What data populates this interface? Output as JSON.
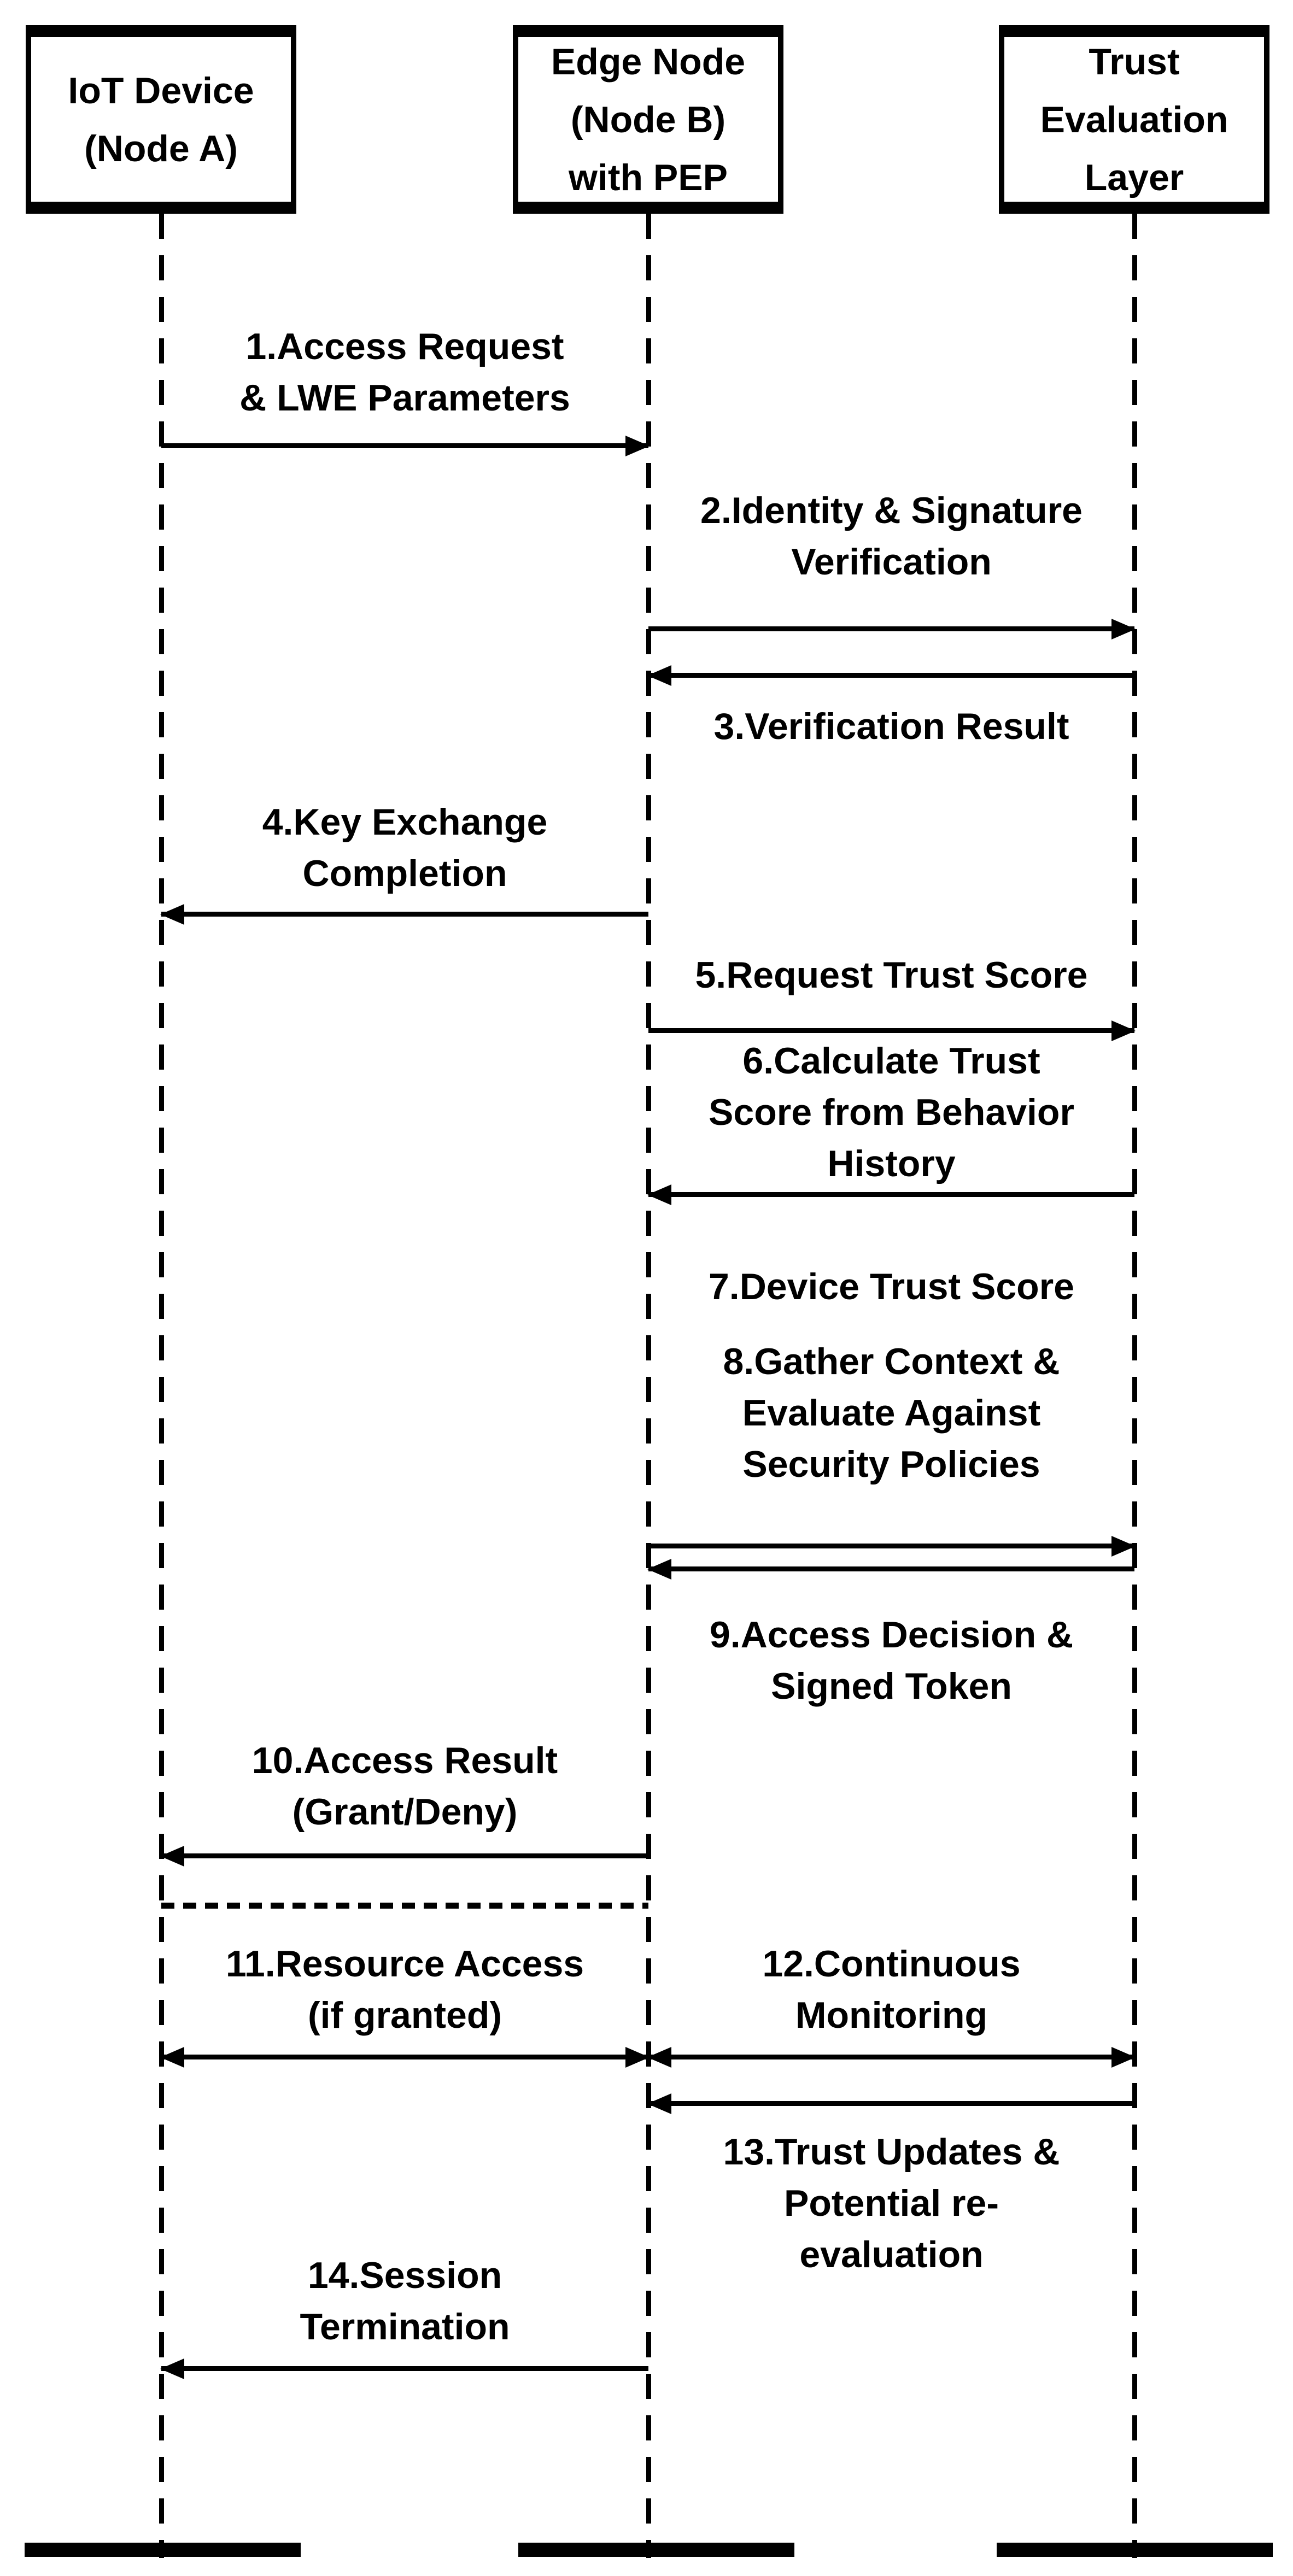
{
  "page": {
    "background_color": "#ffffff",
    "line_color": "#000000"
  },
  "diagram": {
    "type": "sequence",
    "actors": [
      {
        "name": "IoT Device (Node A)",
        "lines": [
          "IoT Device",
          "(Node A)"
        ]
      },
      {
        "name": "Edge Node (Node B) with PEP",
        "lines": [
          "Edge Node",
          "(Node B)",
          "with PEP"
        ]
      },
      {
        "name": "Trust Evaluation Layer",
        "lines": [
          "Trust",
          "Evaluation",
          "Layer"
        ]
      }
    ],
    "messages": [
      {
        "num": "1",
        "text": "1.Access Request & LWE Parameters",
        "lines": [
          "1.Access Request",
          "& LWE Parameters"
        ],
        "from": "IoT Device (Node A)",
        "to": "Edge Node (Node B) with PEP",
        "arrow": "right"
      },
      {
        "num": "2",
        "text": "2.Identity & Signature Verification",
        "lines": [
          "2.Identity & Signature",
          "Verification"
        ],
        "from": "Edge Node (Node B) with PEP",
        "to": "Trust Evaluation Layer",
        "arrow": "right"
      },
      {
        "num": "3",
        "text": "3.Verification Result",
        "lines": [
          "3.Verification Result"
        ],
        "from": "Trust Evaluation Layer",
        "to": "Edge Node (Node B) with PEP",
        "arrow": "left"
      },
      {
        "num": "4",
        "text": "4.Key Exchange Completion",
        "lines": [
          "4.Key Exchange",
          "Completion"
        ],
        "from": "Edge Node (Node B) with PEP",
        "to": "IoT Device (Node A)",
        "arrow": "left"
      },
      {
        "num": "5",
        "text": "5.Request Trust Score",
        "lines": [
          "5.Request Trust Score"
        ],
        "from": "Edge Node (Node B) with PEP",
        "to": "Trust Evaluation Layer",
        "arrow": "right"
      },
      {
        "num": "6",
        "text": "6.Calculate Trust Score from Behavior History",
        "lines": [
          "6.Calculate Trust",
          "Score from Behavior",
          "History"
        ],
        "from": "Trust Evaluation Layer",
        "to": "Edge Node (Node B) with PEP",
        "arrow": "left"
      },
      {
        "num": "7",
        "text": "7.Device Trust Score",
        "lines": [
          "7.Device Trust Score"
        ],
        "from": "Trust Evaluation Layer",
        "to": "Edge Node (Node B) with PEP",
        "arrow": "none"
      },
      {
        "num": "8",
        "text": "8.Gather Context & Evaluate Against Security Policies",
        "lines": [
          "8.Gather Context &",
          "Evaluate Against",
          "Security Policies"
        ],
        "from": "Edge Node (Node B) with PEP",
        "to": "Trust Evaluation Layer",
        "arrow": "right"
      },
      {
        "num": "9",
        "text": "9.Access Decision & Signed Token",
        "lines": [
          "9.Access Decision &",
          "Signed Token"
        ],
        "from": "Trust Evaluation Layer",
        "to": "Edge Node (Node B) with PEP",
        "arrow": "left"
      },
      {
        "num": "10",
        "text": "10.Access Result (Grant/Deny)",
        "lines": [
          "10.Access Result",
          "(Grant/Deny)"
        ],
        "from": "Edge Node (Node B) with PEP",
        "to": "IoT Device (Node A)",
        "arrow": "left"
      },
      {
        "num": "11",
        "text": "11.Resource Access (if granted)",
        "lines": [
          "11.Resource Access",
          "(if granted)"
        ],
        "from": "IoT Device (Node A)",
        "to": "Edge Node (Node B) with PEP",
        "arrow": "both"
      },
      {
        "num": "12",
        "text": "12.Continuous Monitoring",
        "lines": [
          "12.Continuous",
          "Monitoring"
        ],
        "from": "Edge Node (Node B) with PEP",
        "to": "Trust Evaluation Layer",
        "arrow": "both"
      },
      {
        "num": "13",
        "text": "13.Trust Updates & Potential re-evaluation",
        "lines": [
          "13.Trust Updates &",
          "Potential re-",
          "evaluation"
        ],
        "from": "Trust Evaluation Layer",
        "to": "Edge Node (Node B) with PEP",
        "arrow": "left"
      },
      {
        "num": "14",
        "text": "14.Session Termination",
        "lines": [
          "14.Session",
          "Termination"
        ],
        "from": "Edge Node (Node B) with PEP",
        "to": "IoT Device (Node A)",
        "arrow": "left"
      }
    ]
  }
}
